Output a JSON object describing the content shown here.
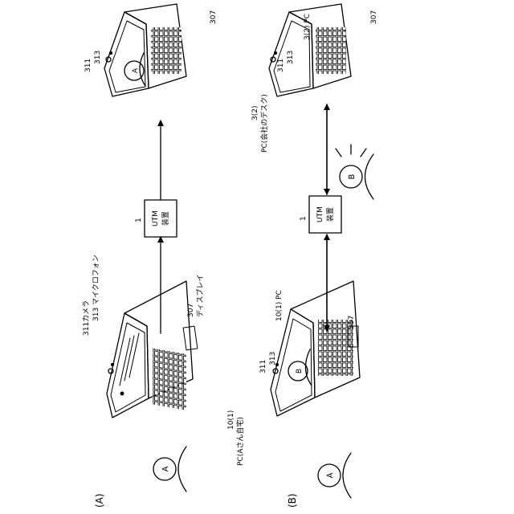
{
  "panel_a": {
    "label": "(A)",
    "utm": {
      "ref": "1",
      "line1": "UTM",
      "line2": "装置"
    },
    "left_pc": {
      "ref_camera": "311カメラ",
      "ref_mic": "313 マイクロフォン",
      "ref_display_num": "307",
      "ref_display_name": "ディスプレイ",
      "ref_pc_num": "10(1)",
      "ref_pc_name": "PC(Aさん自宅)"
    },
    "right_pc": {
      "ref_camera": "311",
      "ref_mic": "313",
      "ref_display": "307",
      "ref_pc_num": "3(2)",
      "ref_pc_name": "PC(会社のデスク)",
      "avatar": "A"
    },
    "person": "A"
  },
  "panel_b": {
    "label": "(B)",
    "utm": {
      "ref": "1",
      "line1": "UTM",
      "line2": "装置"
    },
    "left_pc": {
      "ref_camera": "311",
      "ref_mic": "313",
      "ref_display": "307",
      "ref_pc": "10(1) PC",
      "avatar": "B"
    },
    "right_pc": {
      "ref_camera": "311",
      "ref_mic": "313",
      "ref_display": "307",
      "ref_pc": "3(2) PC"
    },
    "person_left": "A",
    "person_right": "B"
  }
}
